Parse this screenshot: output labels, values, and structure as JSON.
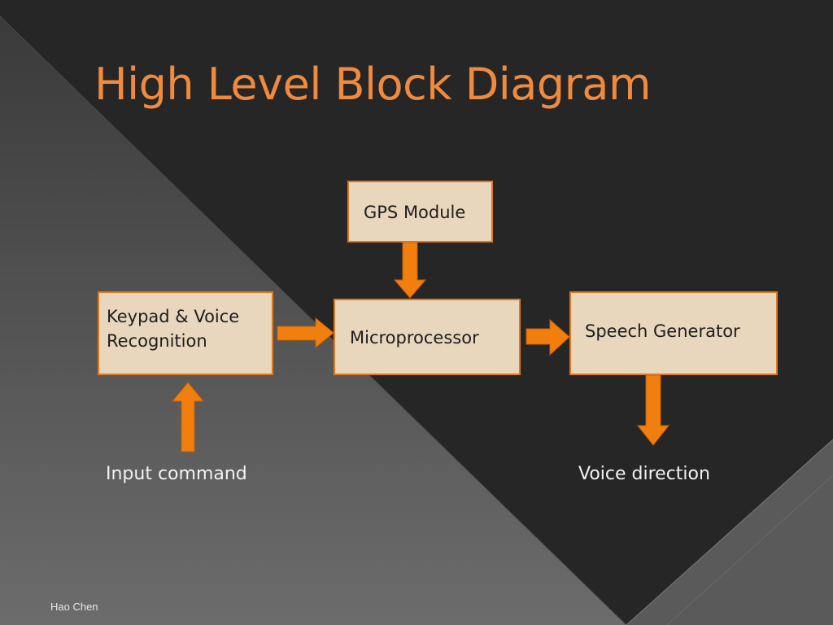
{
  "slide": {
    "title": "High Level Block Diagram",
    "footer": "Hao Chen"
  },
  "blocks": {
    "gps": "GPS Module",
    "keypad_line1": "Keypad & Voice",
    "keypad_line2": "Recognition",
    "microprocessor": "Microprocessor",
    "speech": "Speech Generator"
  },
  "captions": {
    "input": "Input command",
    "output": "Voice direction"
  },
  "colors": {
    "accent": "#f08a3e",
    "arrow_fill": "#f07f0e",
    "block_fill": "#e8d6bd",
    "block_border": "#e0781f"
  }
}
